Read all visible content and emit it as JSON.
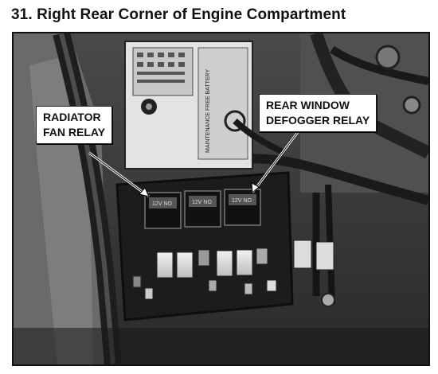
{
  "page": {
    "title": "31. Right Rear Corner of Engine Compartment"
  },
  "callouts": {
    "radiator": {
      "line1": "RADIATOR",
      "line2": "FAN RELAY"
    },
    "defogger": {
      "line1": "REAR WINDOW",
      "line2": "DEFOGGER RELAY"
    }
  },
  "photo": {
    "battery_label": "MAINTENANCE FREE BATTERY"
  }
}
